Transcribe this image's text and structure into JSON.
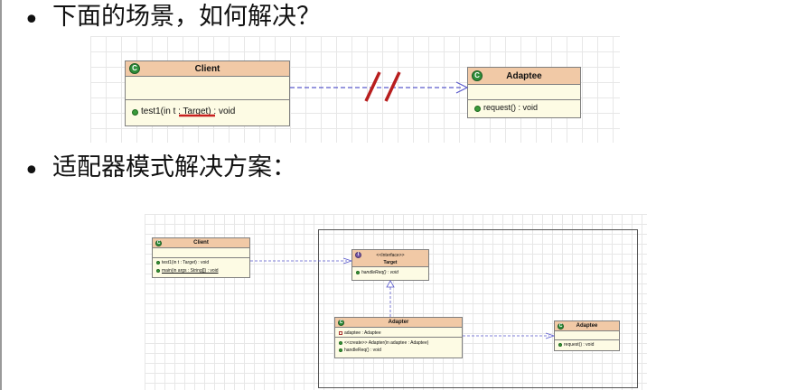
{
  "slide": {
    "bullet1": "下面的场景，如何解决？",
    "bullet2": "适配器模式解决方案："
  },
  "diagram1": {
    "client": {
      "name": "Client",
      "method": "test1(in t : Target) : void"
    },
    "adaptee": {
      "name": "Adaptee",
      "method": "request() : void"
    }
  },
  "diagram2": {
    "client": {
      "name": "Client",
      "method1": "test1(in t : Target) : void",
      "method2": "main(in args : String[]) : void"
    },
    "target": {
      "stereotype": "<<Interface>>",
      "name": "Target",
      "method": "handleReq() : void"
    },
    "adapter": {
      "name": "Adapter",
      "field": "adaptee : Adaptee",
      "ctor": "<<create>> Adapter(in adaptee : Adaptee)",
      "method": "handleReq() : void"
    },
    "adaptee": {
      "name": "Adaptee",
      "method": "request() : void"
    }
  }
}
